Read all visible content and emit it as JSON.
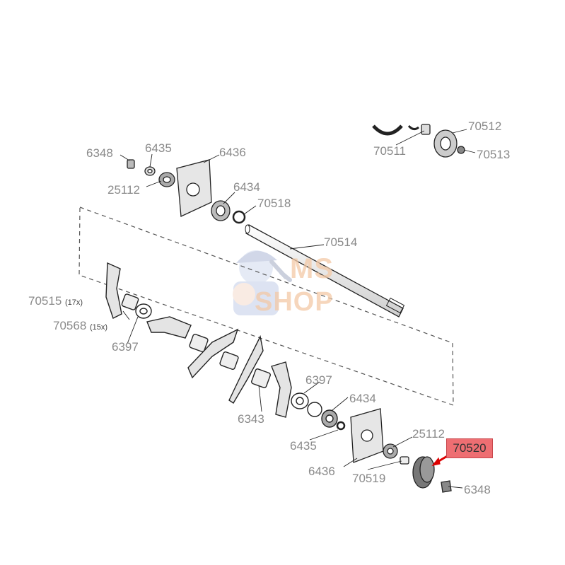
{
  "diagram": {
    "watermark": {
      "line1": "MS",
      "line2": "SHOP"
    },
    "highlighted_part": "70520",
    "parts": [
      {
        "id": "p-6348-top",
        "number": "6348"
      },
      {
        "id": "p-6435-top",
        "number": "6435"
      },
      {
        "id": "p-6436-top",
        "number": "6436"
      },
      {
        "id": "p-25112-top",
        "number": "25112"
      },
      {
        "id": "p-6434-top",
        "number": "6434"
      },
      {
        "id": "p-70518",
        "number": "70518"
      },
      {
        "id": "p-70514",
        "number": "70514"
      },
      {
        "id": "p-70512",
        "number": "70512"
      },
      {
        "id": "p-70511",
        "number": "70511"
      },
      {
        "id": "p-70513",
        "number": "70513"
      },
      {
        "id": "p-70515",
        "number": "70515",
        "qty": "(17x)"
      },
      {
        "id": "p-70568",
        "number": "70568",
        "qty": "(15x)"
      },
      {
        "id": "p-6397-left",
        "number": "6397"
      },
      {
        "id": "p-6397-right",
        "number": "6397"
      },
      {
        "id": "p-6343",
        "number": "6343"
      },
      {
        "id": "p-6434-bottom",
        "number": "6434"
      },
      {
        "id": "p-6435-bottom",
        "number": "6435"
      },
      {
        "id": "p-25112-bottom",
        "number": "25112"
      },
      {
        "id": "p-6436-bottom",
        "number": "6436"
      },
      {
        "id": "p-70519",
        "number": "70519"
      },
      {
        "id": "p-6348-bottom",
        "number": "6348"
      }
    ]
  }
}
